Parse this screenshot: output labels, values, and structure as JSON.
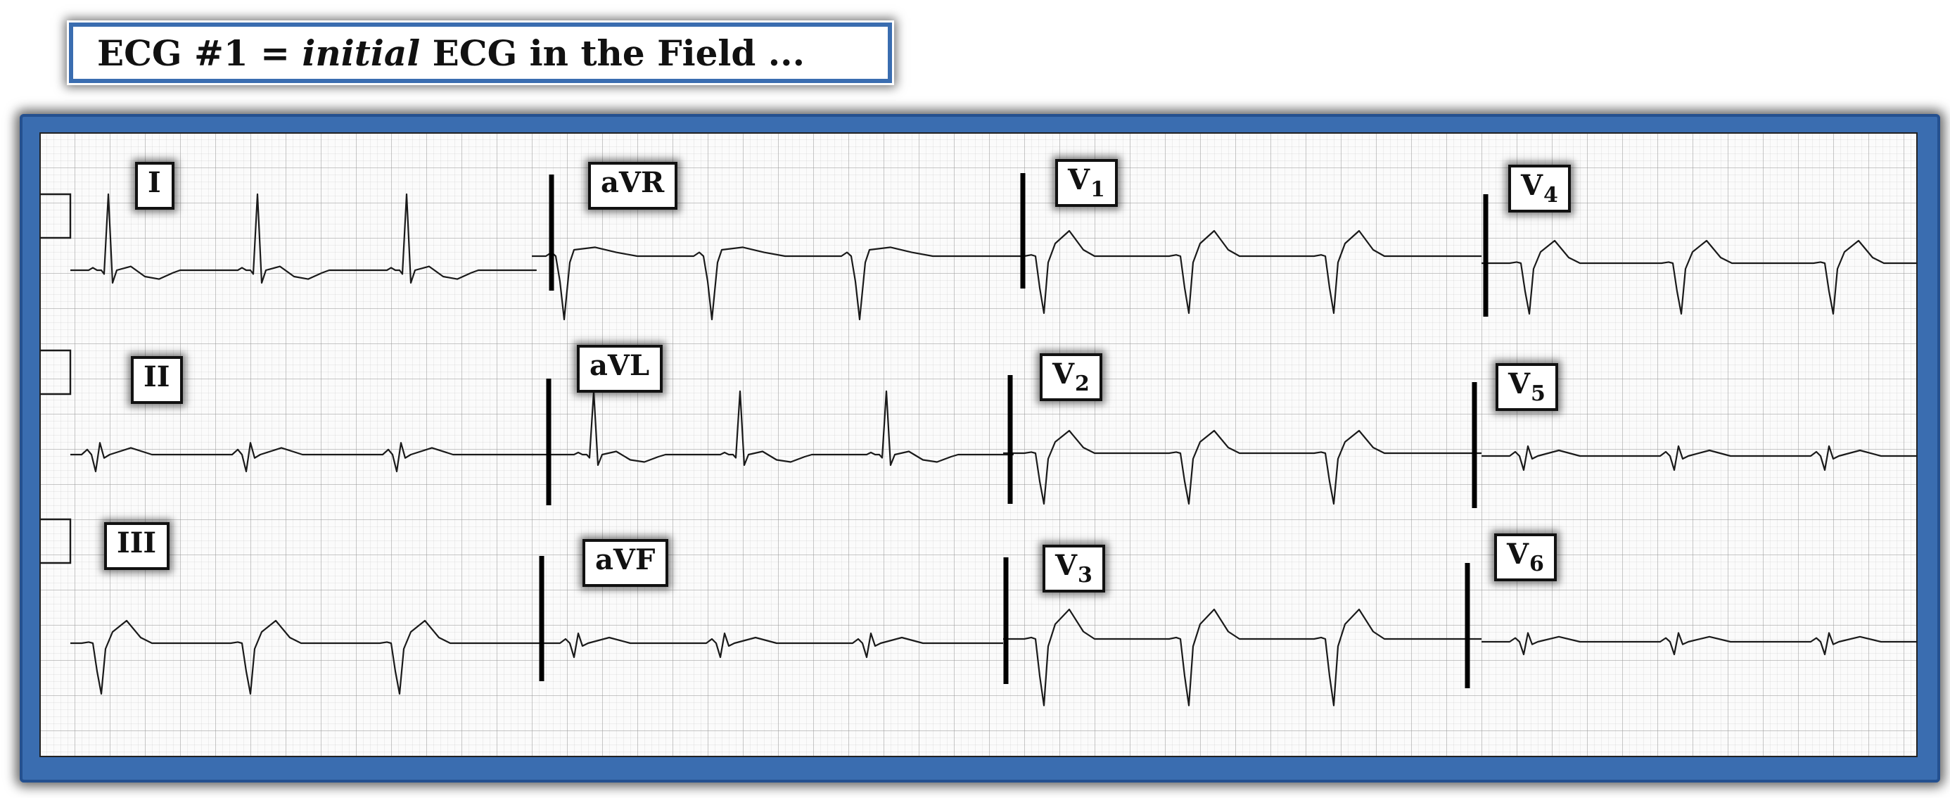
{
  "title": {
    "prefix": "ECG #1 = ",
    "emphasis": "initial",
    "suffix": " ECG in the Field ..."
  },
  "colors": {
    "frame_blue": "#3a6db0",
    "trace": "#1a1a1a",
    "grid": "#969696",
    "paper": "#fbfbfb"
  },
  "leads": [
    {
      "name": "I",
      "sub": ""
    },
    {
      "name": "aVR",
      "sub": ""
    },
    {
      "name": "V",
      "sub": "1"
    },
    {
      "name": "V",
      "sub": "4"
    },
    {
      "name": "II",
      "sub": ""
    },
    {
      "name": "aVL",
      "sub": ""
    },
    {
      "name": "V",
      "sub": "2"
    },
    {
      "name": "V",
      "sub": "5"
    },
    {
      "name": "III",
      "sub": ""
    },
    {
      "name": "aVF",
      "sub": ""
    },
    {
      "name": "V",
      "sub": "3"
    },
    {
      "name": "V",
      "sub": "6"
    }
  ]
}
